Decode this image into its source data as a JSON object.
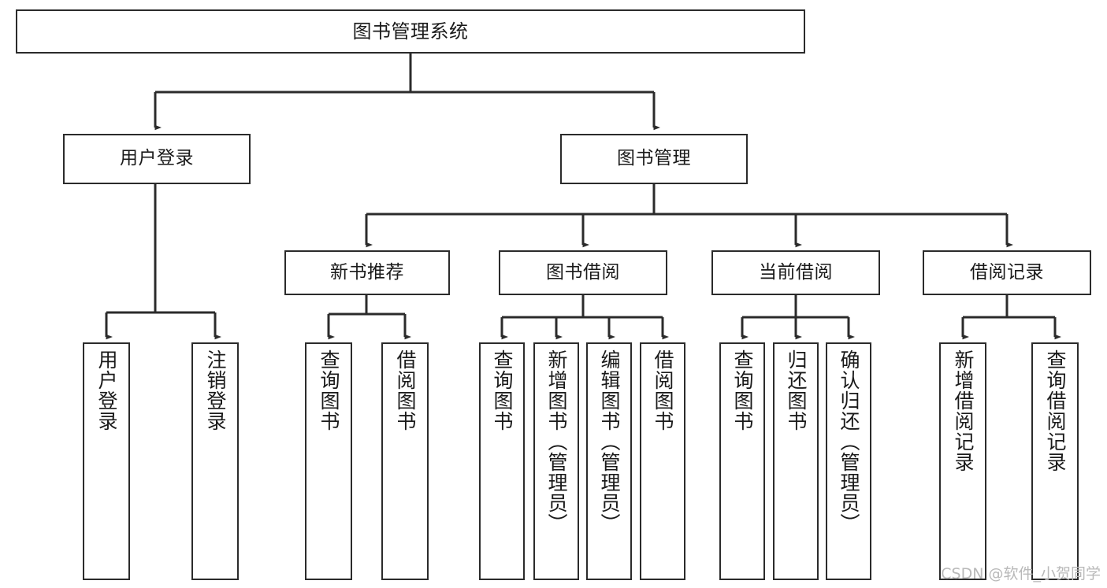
{
  "diagram": {
    "title": "图书管理系统",
    "type": "tree-hierarchy-diagram",
    "watermark": "CSDN @软件_小贺同学",
    "colors": {
      "node_border": "#2b2b2b",
      "node_fill": "#ffffff",
      "edge": "#2b2b2b",
      "text": "#1a1a1a",
      "watermark": "#b9b9b9",
      "background": "#ffffff"
    },
    "levels": {
      "root": {
        "label": "图书管理系统"
      },
      "level2": [
        {
          "id": "user-login",
          "label": "用户登录"
        },
        {
          "id": "book-management",
          "label": "图书管理"
        }
      ],
      "level3": [
        {
          "id": "new-book-recommend",
          "label": "新书推荐",
          "parent": "book-management"
        },
        {
          "id": "book-borrow",
          "label": "图书借阅",
          "parent": "book-management"
        },
        {
          "id": "current-borrow",
          "label": "当前借阅",
          "parent": "book-management"
        },
        {
          "id": "borrow-record",
          "label": "借阅记录",
          "parent": "book-management"
        }
      ],
      "leaves": [
        {
          "id": "leaf-user-login",
          "label": "用户登录",
          "parent": "user-login"
        },
        {
          "id": "leaf-logout-login",
          "label": "注销登录",
          "parent": "user-login"
        },
        {
          "id": "leaf-query-book-1",
          "label": "查询图书",
          "parent": "new-book-recommend"
        },
        {
          "id": "leaf-borrow-book-1",
          "label": "借阅图书",
          "parent": "new-book-recommend"
        },
        {
          "id": "leaf-query-book-2",
          "label": "查询图书",
          "parent": "book-borrow"
        },
        {
          "id": "leaf-add-book",
          "label": "新增图书（管理员）",
          "parent": "book-borrow"
        },
        {
          "id": "leaf-edit-book",
          "label": "编辑图书（管理员）",
          "parent": "book-borrow"
        },
        {
          "id": "leaf-borrow-book-2",
          "label": "借阅图书",
          "parent": "book-borrow"
        },
        {
          "id": "leaf-query-book-3",
          "label": "查询图书",
          "parent": "current-borrow"
        },
        {
          "id": "leaf-return-book",
          "label": "归还图书",
          "parent": "current-borrow"
        },
        {
          "id": "leaf-confirm-return",
          "label": "确认归还（管理员）",
          "parent": "current-borrow"
        },
        {
          "id": "leaf-add-record",
          "label": "新增借阅记录",
          "parent": "borrow-record"
        },
        {
          "id": "leaf-query-record",
          "label": "查询借阅记录",
          "parent": "borrow-record"
        }
      ]
    }
  }
}
